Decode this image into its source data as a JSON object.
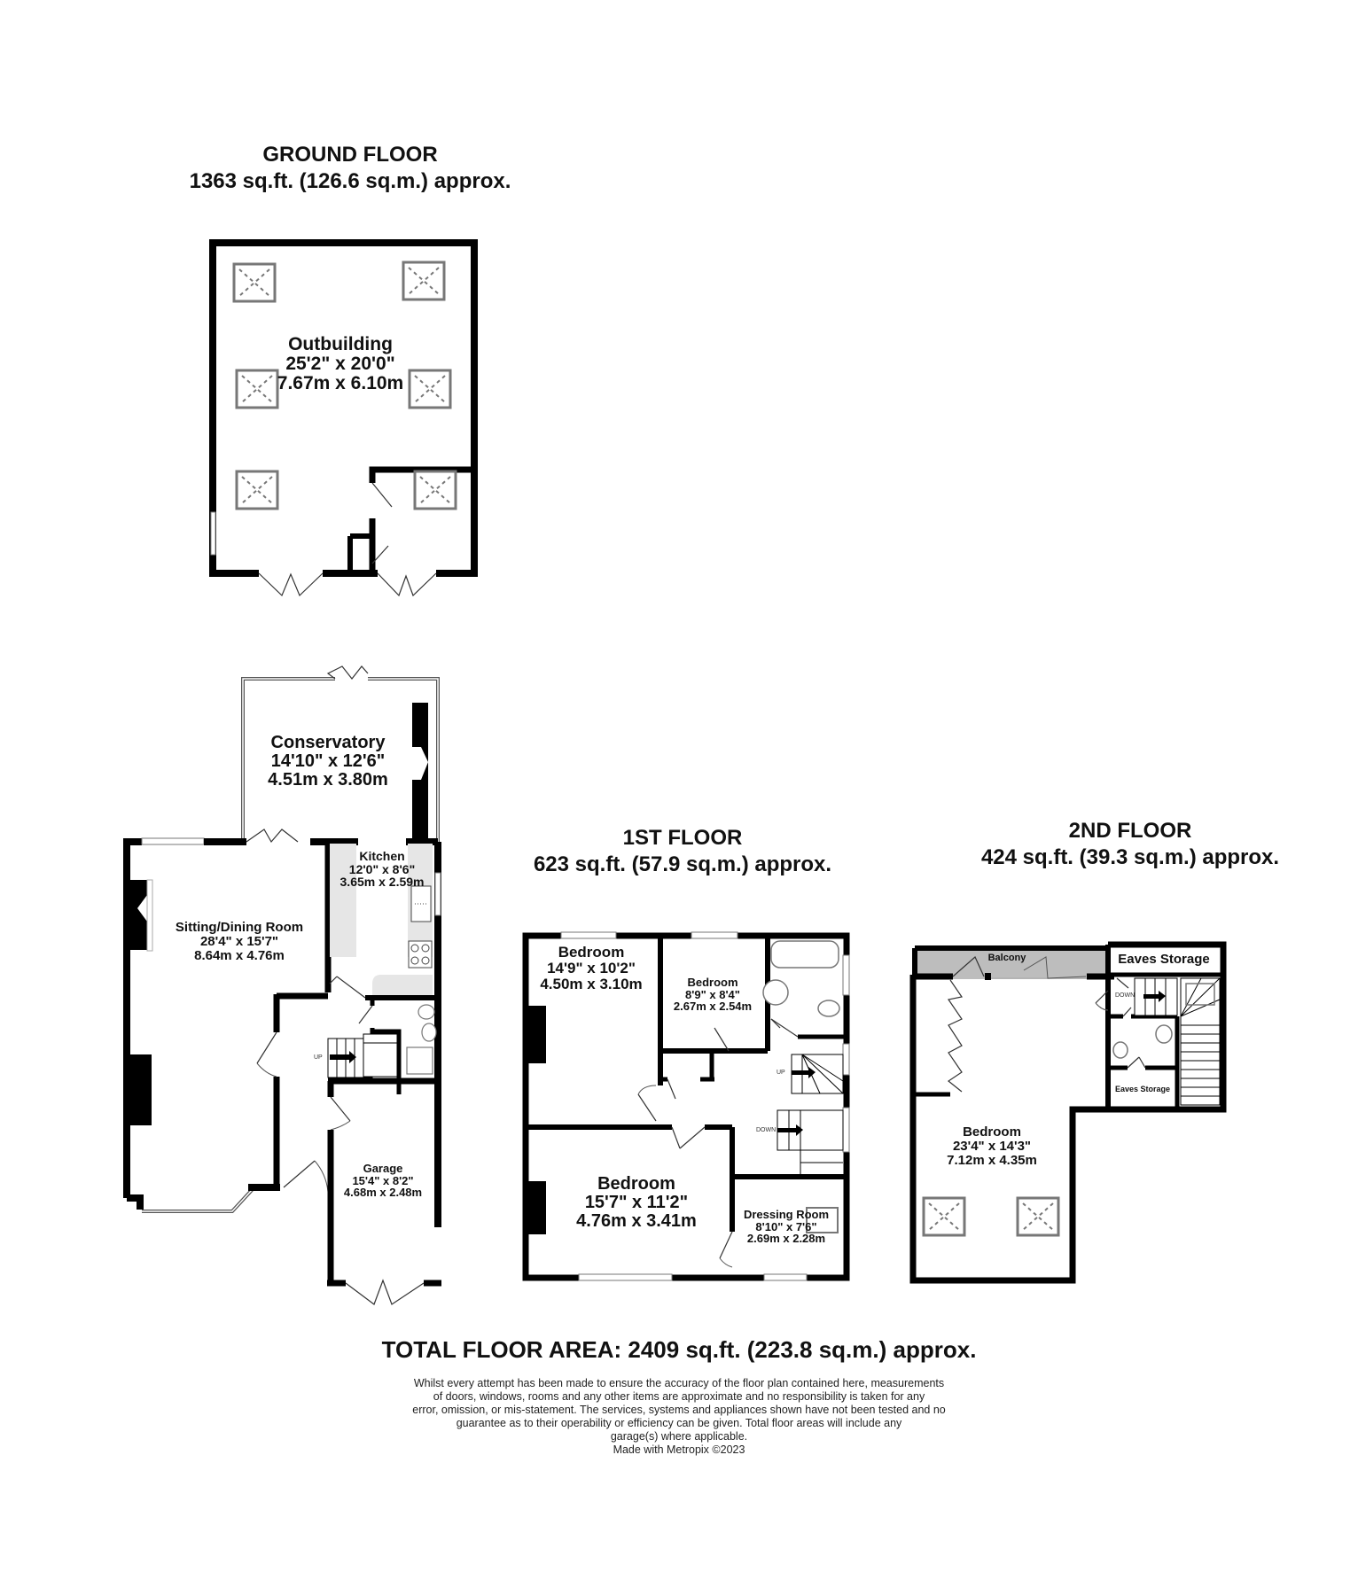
{
  "floors": {
    "ground": {
      "title": "GROUND FLOOR",
      "area": "1363 sq.ft. (126.6 sq.m.) approx."
    },
    "first": {
      "title": "1ST FLOOR",
      "area": "623 sq.ft. (57.9 sq.m.) approx."
    },
    "second": {
      "title": "2ND FLOOR",
      "area": "424 sq.ft. (39.3 sq.m.) approx."
    }
  },
  "rooms": {
    "outbuilding": {
      "name": "Outbuilding",
      "imperial": "25'2\"  x 20'0\"",
      "metric": "7.67m  x 6.10m"
    },
    "conservatory": {
      "name": "Conservatory",
      "imperial": "14'10\"  x 12'6\"",
      "metric": "4.51m  x 3.80m"
    },
    "kitchen": {
      "name": "Kitchen",
      "imperial": "12'0\"  x 8'6\"",
      "metric": "3.65m  x 2.59m"
    },
    "sitting_dining": {
      "name": "Sitting/Dining Room",
      "imperial": "28'4\"  x 15'7\"",
      "metric": "8.64m  x 4.76m"
    },
    "garage": {
      "name": "Garage",
      "imperial": "15'4\"  x 8'2\"",
      "metric": "4.68m  x 2.48m"
    },
    "bedroom_1f_a": {
      "name": "Bedroom",
      "imperial": "14'9\"  x 10'2\"",
      "metric": "4.50m  x 3.10m"
    },
    "bedroom_1f_b": {
      "name": "Bedroom",
      "imperial": "8'9\"  x 8'4\"",
      "metric": "2.67m  x 2.54m"
    },
    "bedroom_1f_c": {
      "name": "Bedroom",
      "imperial": "15'7\"  x 11'2\"",
      "metric": "4.76m  x 3.41m"
    },
    "dressing_room": {
      "name": "Dressing Room",
      "imperial": "8'10\"  x 7'6\"",
      "metric": "2.69m  x 2.28m"
    },
    "balcony": {
      "name": "Balcony"
    },
    "eaves_storage_top": {
      "name": "Eaves Storage"
    },
    "eaves_storage_bottom": {
      "name": "Eaves Storage"
    },
    "bedroom_2f": {
      "name": "Bedroom",
      "imperial": "23'4\"  x 14'3\"",
      "metric": "7.12m  x 4.35m"
    }
  },
  "stair_labels": {
    "ground_up": "UP",
    "first_up": "UP",
    "first_down": "DOWN",
    "second_down": "DOWN"
  },
  "total_area": "TOTAL FLOOR AREA: 2409 sq.ft. (223.8 sq.m.) approx.",
  "disclaimer": {
    "lines": [
      "Whilst every attempt has been made to ensure the accuracy of the floor plan contained here, measurements",
      "of doors, windows, rooms and any other items are approximate and no responsibility is taken for any",
      "error, omission, or mis-statement. The services, systems and appliances shown have not been tested and no",
      "guarantee as to their operability or efficiency can be given. Total floor areas will include any",
      "garage(s) where applicable."
    ],
    "credit": "Made with Metropix ©2023"
  },
  "colors": {
    "wall": "#000000",
    "fixture_fill": "#e6e6e6",
    "balcony_fill": "#bdbdbd",
    "skylight": "#777777"
  }
}
